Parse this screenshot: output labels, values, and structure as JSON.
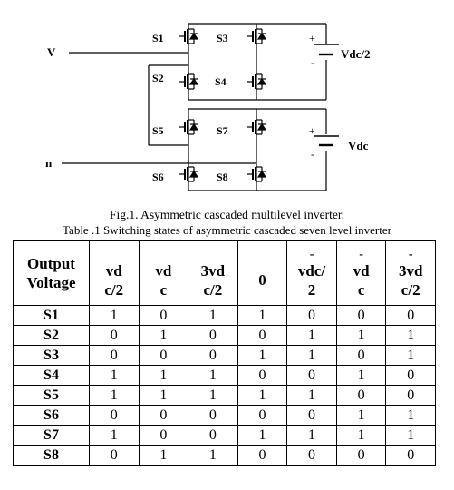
{
  "circuit": {
    "terminal_v": "V",
    "terminal_n": "n",
    "source_top": "Vdc/2",
    "source_bottom": "Vdc",
    "plus": "+",
    "minus": "-",
    "switches": [
      "S1",
      "S2",
      "S3",
      "S4",
      "S5",
      "S6",
      "S7",
      "S8"
    ]
  },
  "figure_caption": "Fig.1. Asymmetric cascaded multilevel inverter.",
  "table_caption": "Table .1 Switching states of asymmetric cascaded seven level inverter",
  "table": {
    "header_first": [
      "Output",
      "Voltage"
    ],
    "columns": [
      {
        "prefix": "",
        "lines": [
          "vd",
          "c/2"
        ]
      },
      {
        "prefix": "",
        "lines": [
          "vd",
          "c"
        ]
      },
      {
        "prefix": "",
        "lines": [
          "3vd",
          "c/2"
        ]
      },
      {
        "prefix": "",
        "lines": [
          "0",
          ""
        ]
      },
      {
        "prefix": "-",
        "lines": [
          "vdc/",
          "2"
        ]
      },
      {
        "prefix": "-",
        "lines": [
          "vd",
          "c"
        ]
      },
      {
        "prefix": "-",
        "lines": [
          "3vd",
          "c/2"
        ]
      }
    ],
    "rows": [
      {
        "label": "S1",
        "values": [
          "1",
          "0",
          "1",
          "1",
          "0",
          "0",
          "0"
        ]
      },
      {
        "label": "S2",
        "values": [
          "0",
          "1",
          "0",
          "0",
          "1",
          "1",
          "1"
        ]
      },
      {
        "label": "S3",
        "values": [
          "0",
          "0",
          "0",
          "1",
          "1",
          "0",
          "1"
        ]
      },
      {
        "label": "S4",
        "values": [
          "1",
          "1",
          "1",
          "0",
          "0",
          "1",
          "0"
        ]
      },
      {
        "label": "S5",
        "values": [
          "1",
          "1",
          "1",
          "1",
          "1",
          "0",
          "0"
        ]
      },
      {
        "label": "S6",
        "values": [
          "0",
          "0",
          "0",
          "0",
          "0",
          "1",
          "1"
        ]
      },
      {
        "label": "S7",
        "values": [
          "1",
          "0",
          "0",
          "1",
          "1",
          "1",
          "1"
        ]
      },
      {
        "label": "S8",
        "values": [
          "0",
          "1",
          "1",
          "0",
          "0",
          "0",
          "0"
        ]
      }
    ]
  }
}
